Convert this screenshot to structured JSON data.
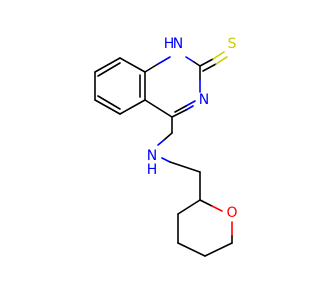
{
  "molecule": {
    "atoms": {
      "nh1": "H",
      "n1": "N",
      "s": "S",
      "n3": "N",
      "nh_amine": "N",
      "h_amine": "H",
      "o": "O"
    },
    "colors": {
      "bond": "#000000",
      "nitrogen": "#0000ff",
      "sulfur": "#cccc00",
      "oxygen": "#ff0000"
    }
  }
}
